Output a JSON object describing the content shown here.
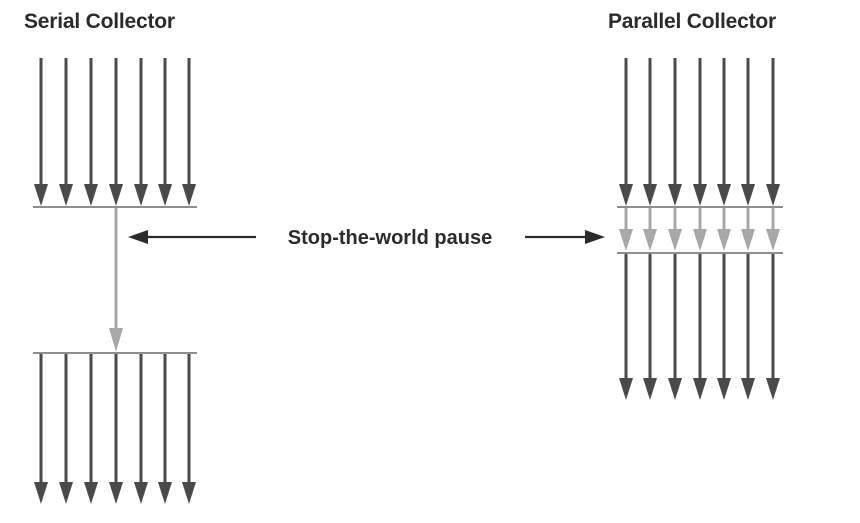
{
  "serial": {
    "title": "Serial Collector"
  },
  "parallel": {
    "title": "Parallel Collector"
  },
  "pause": {
    "label": "Stop-the-world pause"
  },
  "colors": {
    "app_thread": "#4a4a4a",
    "gc_thread": "#a8a8a8",
    "text": "#2b2b2b"
  }
}
